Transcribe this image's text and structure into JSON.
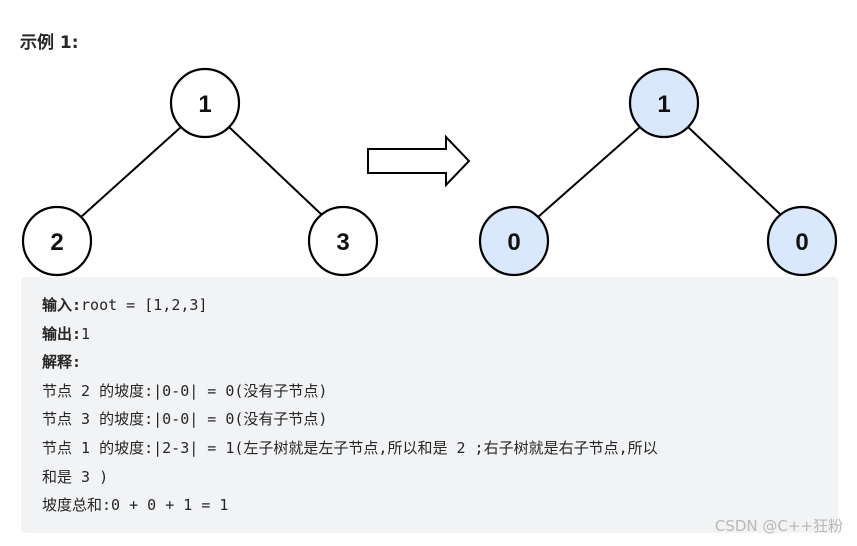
{
  "heading": "示例 1:",
  "input_tree": {
    "root": "1",
    "left": "2",
    "right": "3"
  },
  "output_tree": {
    "root": "1",
    "left": "0",
    "right": "0",
    "fill": "#dae8fc"
  },
  "arrow_icon": "right-arrow-icon",
  "example": {
    "input_label": "输入:",
    "input_value": "root = [1,2,3]",
    "output_label": "输出:",
    "output_value": "1",
    "explain_label": "解释:",
    "lines": [
      "节点 2 的坡度:|0-0| = 0(没有子节点)",
      "节点 3 的坡度:|0-0| = 0(没有子节点)",
      "节点 1 的坡度:|2-3| = 1(左子树就是左子节点,所以和是 2 ;右子树就是右子节点,所以",
      "和是 3 )",
      "坡度总和:0 + 0 + 1 = 1"
    ]
  },
  "watermark": "CSDN @C++狂粉"
}
